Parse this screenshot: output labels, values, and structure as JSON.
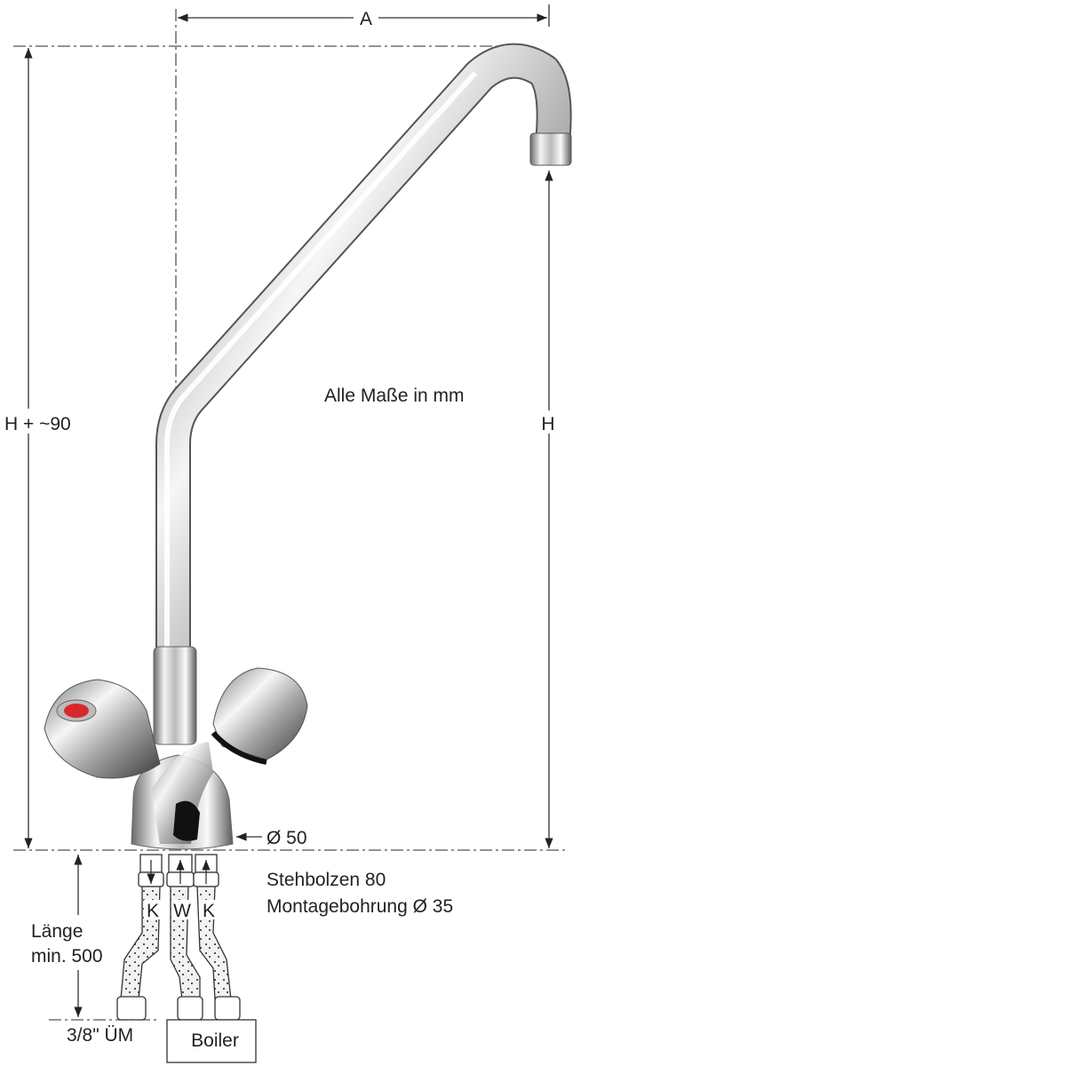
{
  "dimensions": {
    "width_label": "A",
    "total_height_label": "H + ~90",
    "height_label": "H",
    "units_note": "Alle Maße in mm",
    "base_diameter": "Ø 50",
    "stud_bolt": "Stehbolzen 80",
    "mounting_hole": "Montagebohrung Ø 35",
    "hose_length_line1": "Länge",
    "hose_length_line2": "min. 500",
    "thread": "3/8\" ÜM"
  },
  "hoses": {
    "left": "K",
    "middle": "W",
    "right": "K"
  },
  "boiler_label": "Boiler",
  "colors": {
    "hot_indicator": "#d8282c",
    "chrome": "#c9c9c9"
  }
}
